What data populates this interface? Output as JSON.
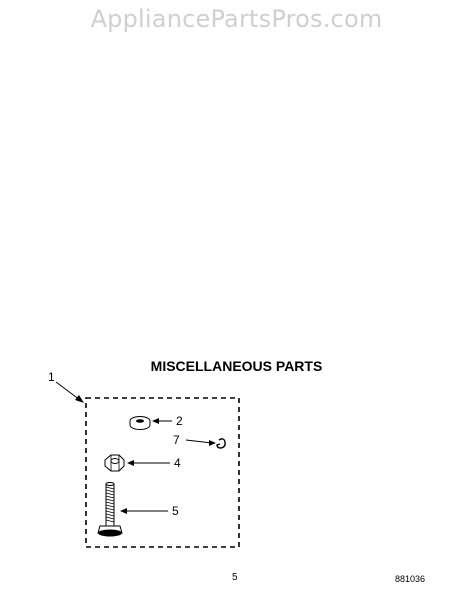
{
  "watermark": "AppliancePartsPros.com",
  "title": "MISCELLANEOUS PARTS",
  "callouts": {
    "c1": "1",
    "c2": "2",
    "c4": "4",
    "c5": "5",
    "c7": "7"
  },
  "footer": {
    "page_number": "5",
    "document_number": "881036"
  },
  "colors": {
    "ink": "#000000",
    "watermark": "#cfcfcf"
  }
}
